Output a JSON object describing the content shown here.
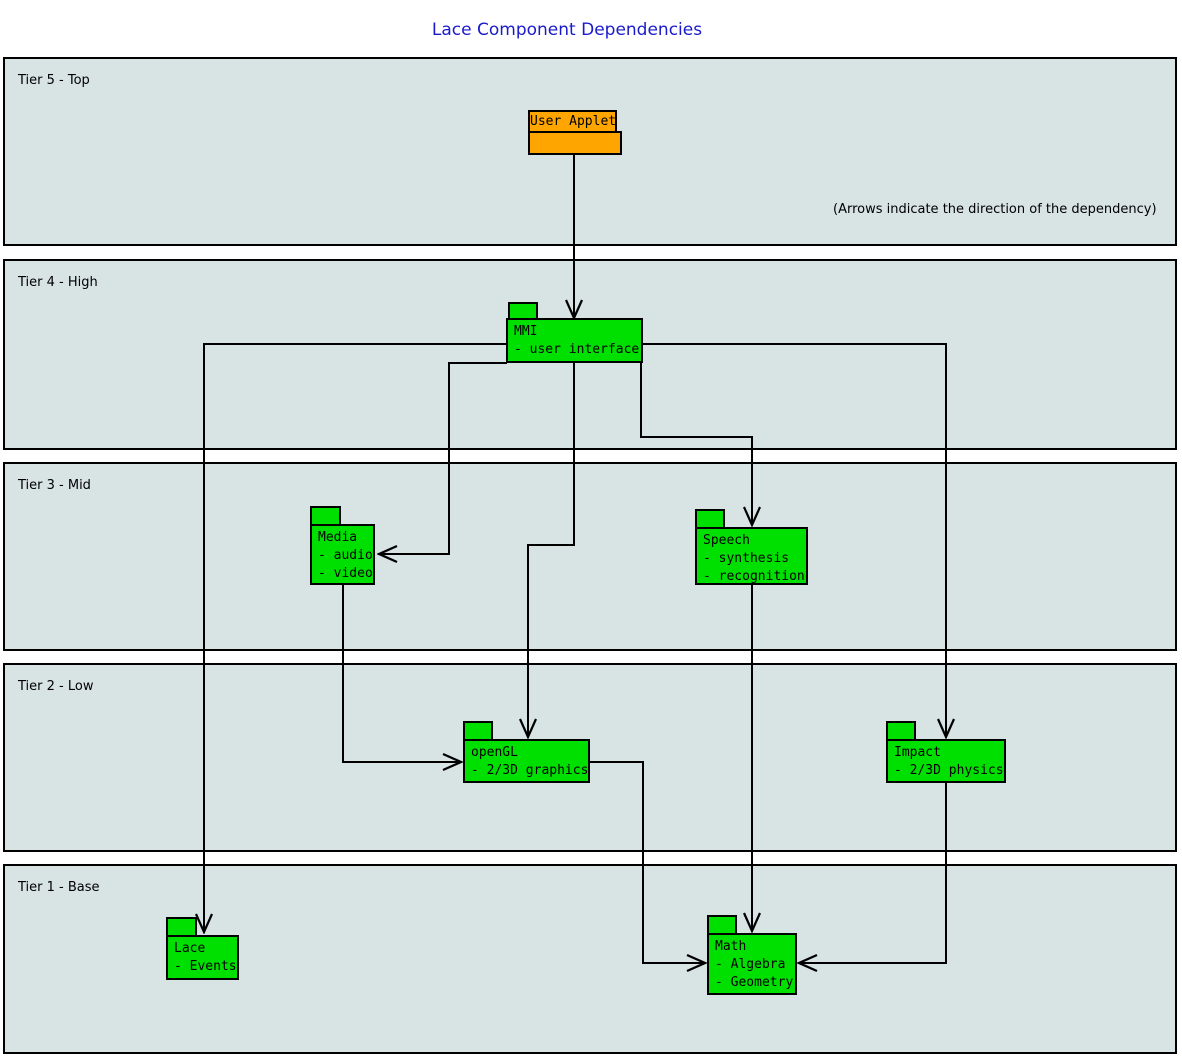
{
  "title": "Lace Component Dependencies",
  "annotation": "(Arrows indicate the direction of the dependency)",
  "colors": {
    "title_color": "#1a1acd",
    "tier_fill": "#d8e3e3",
    "component_fill": "#00e000",
    "applet_fill": "#ffa500",
    "line": "#000000"
  },
  "tiers": [
    {
      "label": "Tier 5 - Top"
    },
    {
      "label": "Tier 4 - High"
    },
    {
      "label": "Tier 3 - Mid"
    },
    {
      "label": "Tier 2 - Low"
    },
    {
      "label": "Tier 1 - Base"
    }
  ],
  "nodes": {
    "user_applet": {
      "title": "User Applet",
      "lines": []
    },
    "mmi": {
      "title": "MMI",
      "lines": [
        "- user interface"
      ]
    },
    "media": {
      "title": "Media",
      "lines": [
        "- audio",
        "- video"
      ]
    },
    "speech": {
      "title": "Speech",
      "lines": [
        "- synthesis",
        "- recognition"
      ]
    },
    "opengl": {
      "title": "openGL",
      "lines": [
        "- 2/3D graphics"
      ]
    },
    "impact": {
      "title": "Impact",
      "lines": [
        "- 2/3D physics"
      ]
    },
    "lace": {
      "title": "Lace",
      "lines": [
        "- Events"
      ]
    },
    "math": {
      "title": "Math",
      "lines": [
        "- Algebra",
        "- Geometry"
      ]
    }
  },
  "edges": [
    {
      "from": "User Applet",
      "to": "MMI"
    },
    {
      "from": "MMI",
      "to": "Lace"
    },
    {
      "from": "MMI",
      "to": "Media"
    },
    {
      "from": "MMI",
      "to": "Speech"
    },
    {
      "from": "MMI",
      "to": "openGL"
    },
    {
      "from": "MMI",
      "to": "Impact"
    },
    {
      "from": "Media",
      "to": "openGL"
    },
    {
      "from": "Speech",
      "to": "Math"
    },
    {
      "from": "openGL",
      "to": "Math"
    },
    {
      "from": "Impact",
      "to": "Math"
    }
  ]
}
